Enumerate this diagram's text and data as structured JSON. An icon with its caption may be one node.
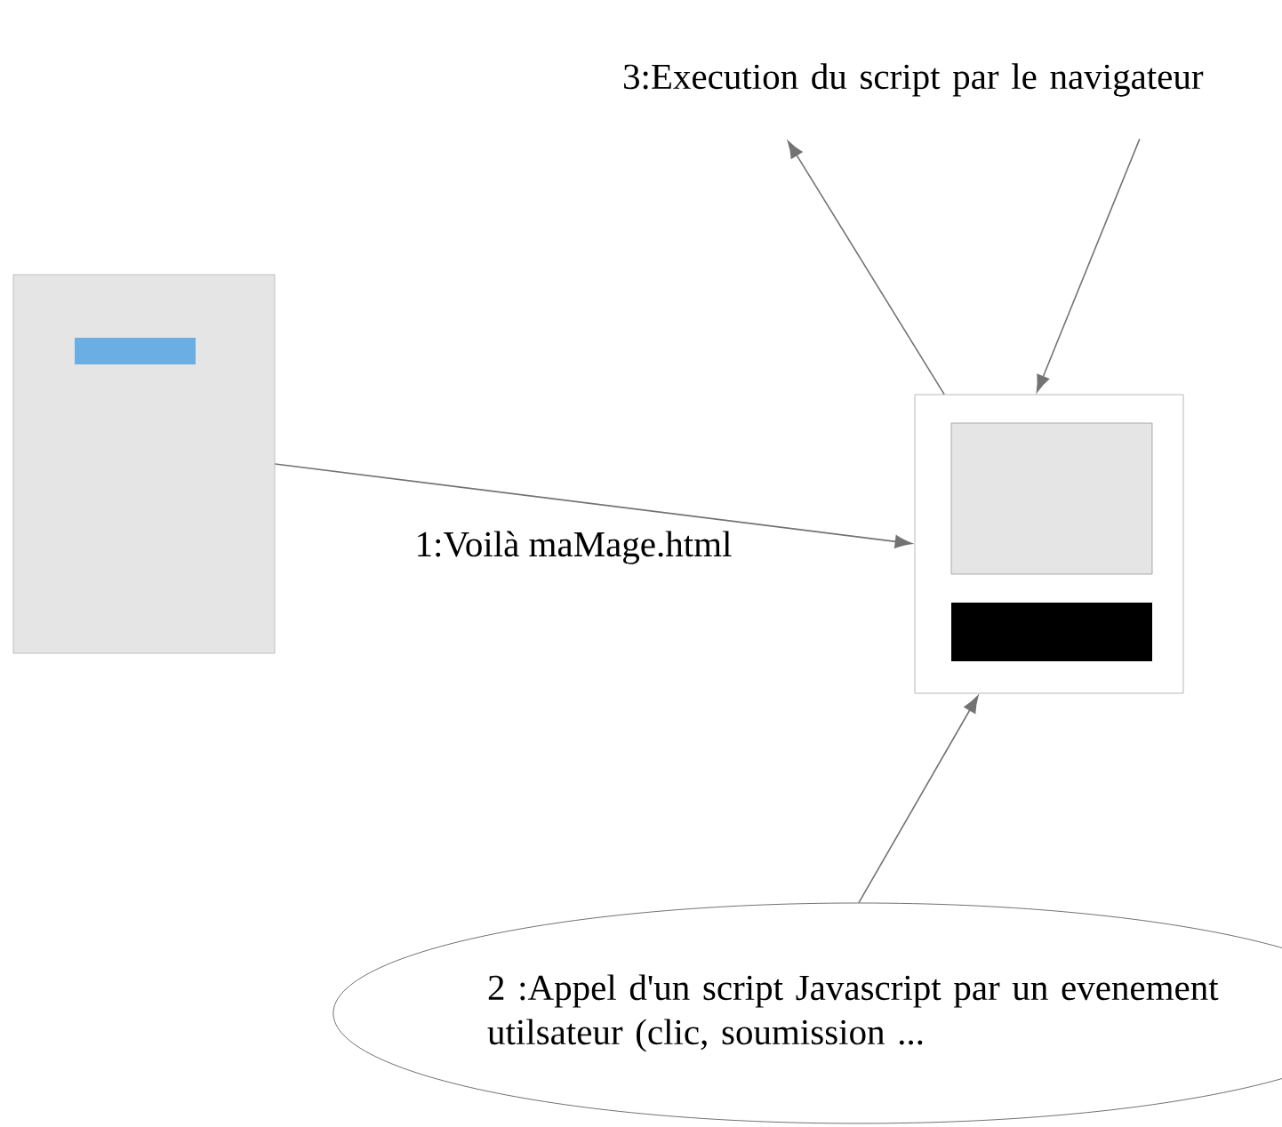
{
  "diagram": {
    "nodes": [
      {
        "text": [],
        "shape": "box"
      },
      {
        "text": [],
        "shape": "box"
      },
      {
        "text": [
          "3:Execution du script par le navigateur"
        ]
      },
      {
        "text": [
          "2 :Appel d'un script Javascript par un evenement utilsateur (clic, soumission ..."
        ]
      }
    ],
    "edges": [
      {
        "from": 0,
        "to": 1,
        "arrow": "to",
        "label": "1:Voilà  maMage.html"
      },
      {
        "from": 1,
        "to": 2,
        "arrow": "to"
      },
      {
        "from": 2,
        "to": 1,
        "arrow": "to"
      },
      {
        "from": 3,
        "to": 1,
        "arrow": "to"
      }
    ]
  }
}
